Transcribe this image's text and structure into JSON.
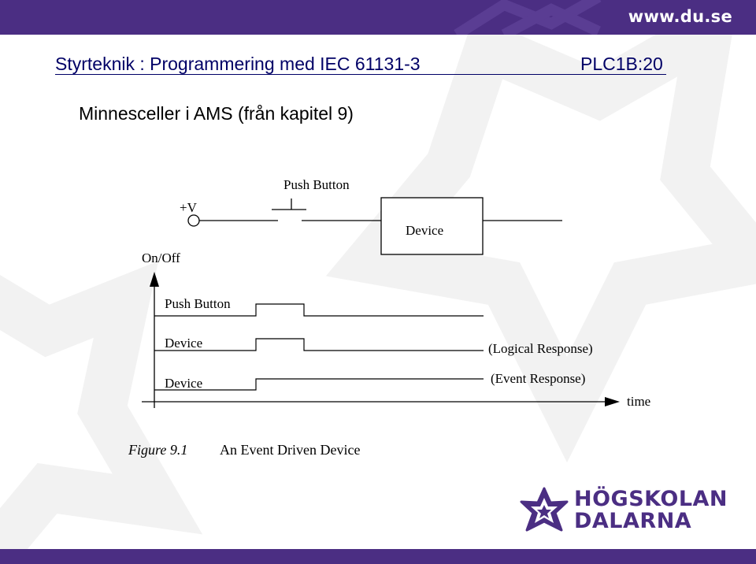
{
  "header": {
    "site_url": "www.du.se",
    "course_title": "Styrteknik : Programmering med IEC 61131-3",
    "slide_code": "PLC1B:20"
  },
  "slide": {
    "heading": "Minnesceller i AMS (från kapitel 9)"
  },
  "diagram": {
    "supply_label": "+V",
    "switch_label": "Push Button",
    "device_box_label": "Device",
    "y_axis_label": "On/Off",
    "x_axis_label": "time",
    "signals": [
      {
        "label": "Push Button",
        "note": ""
      },
      {
        "label": "Device",
        "note": "(Logical Response)"
      },
      {
        "label": "Device",
        "note": "(Event Response)"
      }
    ],
    "caption_number": "Figure 9.1",
    "caption_text": "An Event Driven Device"
  },
  "logo": {
    "line1": "HÖGSKOLAN",
    "line2": "DALARNA"
  },
  "colors": {
    "brand_purple": "#4b2e83",
    "title_blue": "#000066"
  }
}
